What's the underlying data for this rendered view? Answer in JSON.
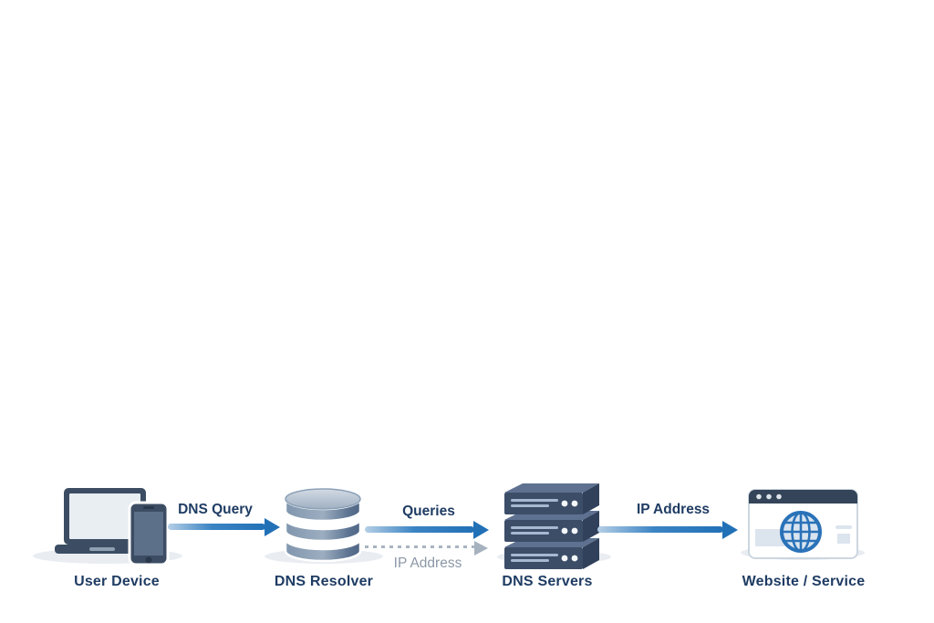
{
  "diagram": {
    "type": "flow-diagram",
    "topic": "DNS resolution flow",
    "nodes": [
      {
        "id": "user-device",
        "label": "User Device",
        "icon": "laptop-phone-icon"
      },
      {
        "id": "dns-resolver",
        "label": "DNS Resolver",
        "icon": "database-icon"
      },
      {
        "id": "dns-servers",
        "label": "DNS Servers",
        "icon": "server-stack-icon"
      },
      {
        "id": "website-service",
        "label": "Website / Service",
        "icon": "browser-globe-icon"
      }
    ],
    "edges": [
      {
        "id": "dns-query",
        "label": "DNS Query",
        "from": "user-device",
        "to": "dns-resolver",
        "style": "solid",
        "direction": "right"
      },
      {
        "id": "queries",
        "label": "Queries",
        "from": "dns-resolver",
        "to": "dns-servers",
        "style": "solid",
        "direction": "right"
      },
      {
        "id": "ip-address-dotted",
        "label": "IP Address",
        "from": "dns-resolver",
        "to": "dns-servers",
        "style": "dotted",
        "direction": "right"
      },
      {
        "id": "ip-address",
        "label": "IP Address",
        "from": "dns-servers",
        "to": "website-service",
        "style": "solid",
        "direction": "right"
      }
    ],
    "colors": {
      "background": "#ffffff",
      "arrow_blue": "#2271b7",
      "label_navy": "#1f3c63",
      "muted_gray_text": "#8b98a7",
      "dotted_gray": "#a9b4c0",
      "device_navy": "#3c4d63",
      "server_top_slate": "#5e7191",
      "globe_blue": "#2a72b8",
      "shadow_gray": "#e9edf2"
    }
  }
}
